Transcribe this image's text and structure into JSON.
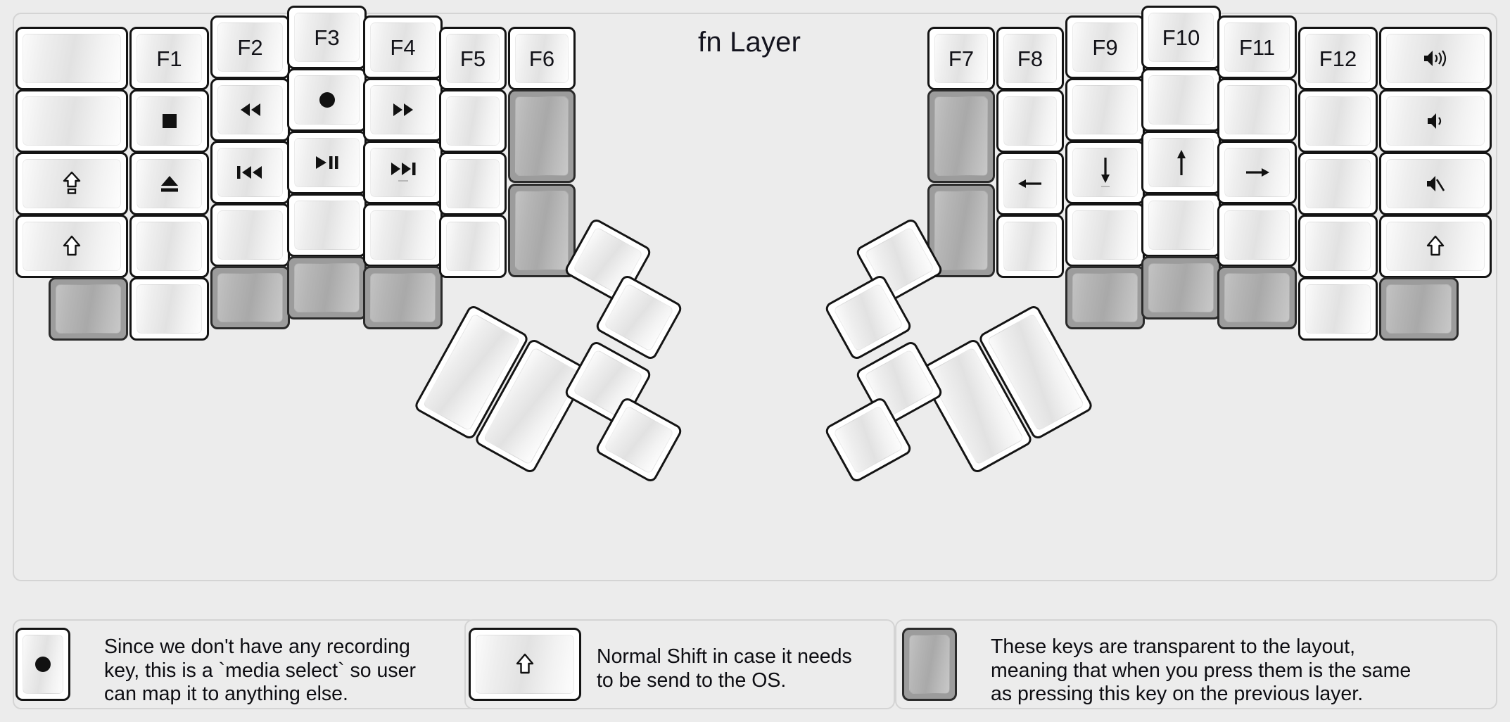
{
  "title": "fn Layer",
  "colors": {
    "background": "#ececec",
    "key_face": "#ffffff",
    "key_border": "#141414",
    "transparent_key": "#9c9c9c",
    "frame_border": "#d4d4d4",
    "text": "#121218"
  },
  "left_half": {
    "columns": [
      {
        "name": "col-pinky-outer",
        "keys": [
          {
            "label": "",
            "icon": "",
            "type": "normal"
          },
          {
            "label": "",
            "icon": "",
            "type": "normal"
          },
          {
            "label": "",
            "icon": "shift-lock-icon",
            "type": "normal"
          },
          {
            "label": "",
            "icon": "shift-icon",
            "type": "normal"
          },
          {
            "label": "",
            "icon": "",
            "type": "transparent"
          }
        ]
      },
      {
        "name": "col-pinky",
        "keys": [
          {
            "label": "F1",
            "icon": "",
            "type": "normal"
          },
          {
            "label": "",
            "icon": "stop-icon",
            "type": "normal"
          },
          {
            "label": "",
            "icon": "eject-icon",
            "type": "normal"
          },
          {
            "label": "",
            "icon": "",
            "type": "normal"
          },
          {
            "label": "",
            "icon": "",
            "type": "normal"
          }
        ]
      },
      {
        "name": "col-ring",
        "keys": [
          {
            "label": "F2",
            "icon": "",
            "type": "normal"
          },
          {
            "label": "",
            "icon": "rewind-icon",
            "type": "normal"
          },
          {
            "label": "",
            "icon": "previous-track-icon",
            "type": "normal"
          },
          {
            "label": "",
            "icon": "",
            "type": "normal"
          },
          {
            "label": "",
            "icon": "",
            "type": "transparent"
          }
        ]
      },
      {
        "name": "col-middle",
        "keys": [
          {
            "label": "F3",
            "icon": "",
            "type": "normal"
          },
          {
            "label": "",
            "icon": "record-icon",
            "type": "normal"
          },
          {
            "label": "",
            "icon": "play-pause-icon",
            "type": "normal"
          },
          {
            "label": "",
            "icon": "",
            "type": "normal"
          },
          {
            "label": "",
            "icon": "",
            "type": "transparent"
          }
        ]
      },
      {
        "name": "col-index",
        "keys": [
          {
            "label": "F4",
            "icon": "",
            "type": "normal"
          },
          {
            "label": "",
            "icon": "fast-forward-icon",
            "type": "normal"
          },
          {
            "label": "",
            "icon": "next-track-icon",
            "type": "normal"
          },
          {
            "label": "",
            "icon": "",
            "type": "normal"
          },
          {
            "label": "",
            "icon": "",
            "type": "transparent"
          }
        ]
      },
      {
        "name": "col-inner",
        "keys": [
          {
            "label": "F5",
            "icon": "",
            "type": "normal"
          },
          {
            "label": "",
            "icon": "",
            "type": "normal"
          },
          {
            "label": "",
            "icon": "",
            "type": "normal"
          },
          {
            "label": "",
            "icon": "",
            "type": "normal"
          }
        ]
      },
      {
        "name": "col-innermost",
        "keys": [
          {
            "label": "F6",
            "icon": "",
            "type": "normal"
          },
          {
            "label": "",
            "icon": "",
            "type": "transparent"
          },
          {
            "label": "",
            "icon": "",
            "type": "transparent"
          }
        ]
      }
    ],
    "thumb_cluster": [
      {
        "name": "thumb-big-1",
        "icon": "",
        "type": "normal"
      },
      {
        "name": "thumb-big-2",
        "icon": "",
        "type": "normal"
      },
      {
        "name": "thumb-small-1",
        "icon": "",
        "type": "normal"
      },
      {
        "name": "thumb-small-2",
        "icon": "",
        "type": "normal"
      },
      {
        "name": "thumb-small-3",
        "icon": "",
        "type": "normal"
      },
      {
        "name": "thumb-small-4",
        "icon": "",
        "type": "normal"
      }
    ]
  },
  "right_half": {
    "columns": [
      {
        "name": "col-innermost",
        "keys": [
          {
            "label": "F7",
            "icon": "",
            "type": "normal"
          },
          {
            "label": "",
            "icon": "",
            "type": "transparent"
          },
          {
            "label": "",
            "icon": "",
            "type": "transparent"
          }
        ]
      },
      {
        "name": "col-inner",
        "keys": [
          {
            "label": "F8",
            "icon": "",
            "type": "normal"
          },
          {
            "label": "",
            "icon": "",
            "type": "normal"
          },
          {
            "label": "",
            "icon": "arrow-left-icon",
            "type": "normal"
          },
          {
            "label": "",
            "icon": "",
            "type": "normal"
          }
        ]
      },
      {
        "name": "col-index",
        "keys": [
          {
            "label": "F9",
            "icon": "",
            "type": "normal"
          },
          {
            "label": "",
            "icon": "",
            "type": "normal"
          },
          {
            "label": "",
            "icon": "arrow-down-icon",
            "type": "normal"
          },
          {
            "label": "",
            "icon": "",
            "type": "normal"
          },
          {
            "label": "",
            "icon": "",
            "type": "transparent"
          }
        ]
      },
      {
        "name": "col-middle",
        "keys": [
          {
            "label": "F10",
            "icon": "",
            "type": "normal"
          },
          {
            "label": "",
            "icon": "",
            "type": "normal"
          },
          {
            "label": "",
            "icon": "arrow-up-icon",
            "type": "normal"
          },
          {
            "label": "",
            "icon": "",
            "type": "normal"
          },
          {
            "label": "",
            "icon": "",
            "type": "transparent"
          }
        ]
      },
      {
        "name": "col-ring",
        "keys": [
          {
            "label": "F11",
            "icon": "",
            "type": "normal"
          },
          {
            "label": "",
            "icon": "",
            "type": "normal"
          },
          {
            "label": "",
            "icon": "arrow-right-icon",
            "type": "normal"
          },
          {
            "label": "",
            "icon": "",
            "type": "normal"
          },
          {
            "label": "",
            "icon": "",
            "type": "transparent"
          }
        ]
      },
      {
        "name": "col-pinky",
        "keys": [
          {
            "label": "F12",
            "icon": "",
            "type": "normal"
          },
          {
            "label": "",
            "icon": "",
            "type": "normal"
          },
          {
            "label": "",
            "icon": "",
            "type": "normal"
          },
          {
            "label": "",
            "icon": "",
            "type": "normal"
          },
          {
            "label": "",
            "icon": "",
            "type": "normal"
          }
        ]
      },
      {
        "name": "col-pinky-outer",
        "keys": [
          {
            "label": "",
            "icon": "volume-up-icon",
            "type": "normal"
          },
          {
            "label": "",
            "icon": "volume-down-icon",
            "type": "normal"
          },
          {
            "label": "",
            "icon": "volume-mute-icon",
            "type": "normal"
          },
          {
            "label": "",
            "icon": "shift-icon",
            "type": "normal"
          },
          {
            "label": "",
            "icon": "",
            "type": "transparent"
          }
        ]
      }
    ],
    "thumb_cluster": [
      {
        "name": "thumb-big-1",
        "icon": "",
        "type": "normal"
      },
      {
        "name": "thumb-big-2",
        "icon": "",
        "type": "normal"
      },
      {
        "name": "thumb-small-1",
        "icon": "",
        "type": "normal"
      },
      {
        "name": "thumb-small-2",
        "icon": "",
        "type": "normal"
      },
      {
        "name": "thumb-small-3",
        "icon": "",
        "type": "normal"
      },
      {
        "name": "thumb-small-4",
        "icon": "",
        "type": "normal"
      }
    ]
  },
  "legend": [
    {
      "key_icon": "record-icon",
      "key_type": "normal",
      "text": "Since we don't have any recording\nkey, this is a `media select` so user\ncan map it to anything else."
    },
    {
      "key_icon": "shift-icon",
      "key_type": "normal",
      "text": "Normal Shift in case it needs\nto be send to the OS."
    },
    {
      "key_icon": "",
      "key_type": "transparent",
      "text": "These keys are transparent to the layout,\nmeaning that when you press them is the same\nas pressing this key on the previous layer."
    }
  ]
}
